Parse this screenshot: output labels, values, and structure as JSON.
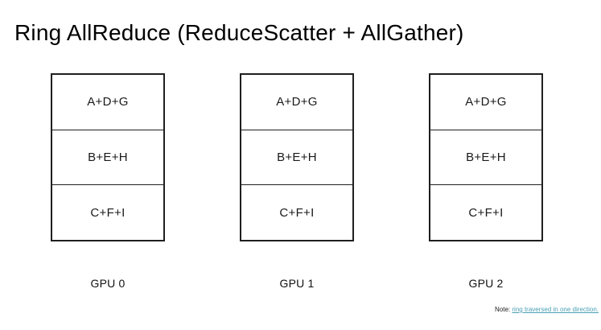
{
  "title": "Ring AllReduce (ReduceScatter + AllGather)",
  "gpus": [
    {
      "label": "GPU 0",
      "cells": [
        "A+D+G",
        "B+E+H",
        "C+F+I"
      ]
    },
    {
      "label": "GPU 1",
      "cells": [
        "A+D+G",
        "B+E+H",
        "C+F+I"
      ]
    },
    {
      "label": "GPU 2",
      "cells": [
        "A+D+G",
        "B+E+H",
        "C+F+I"
      ]
    }
  ],
  "note": {
    "prefix": "Note: ",
    "link_text": "ring traversed in one direction."
  },
  "colors": {
    "background": "#ffffff",
    "box_border": "#1f1f1f",
    "text": "#000000",
    "link": "#4a9fb5"
  }
}
